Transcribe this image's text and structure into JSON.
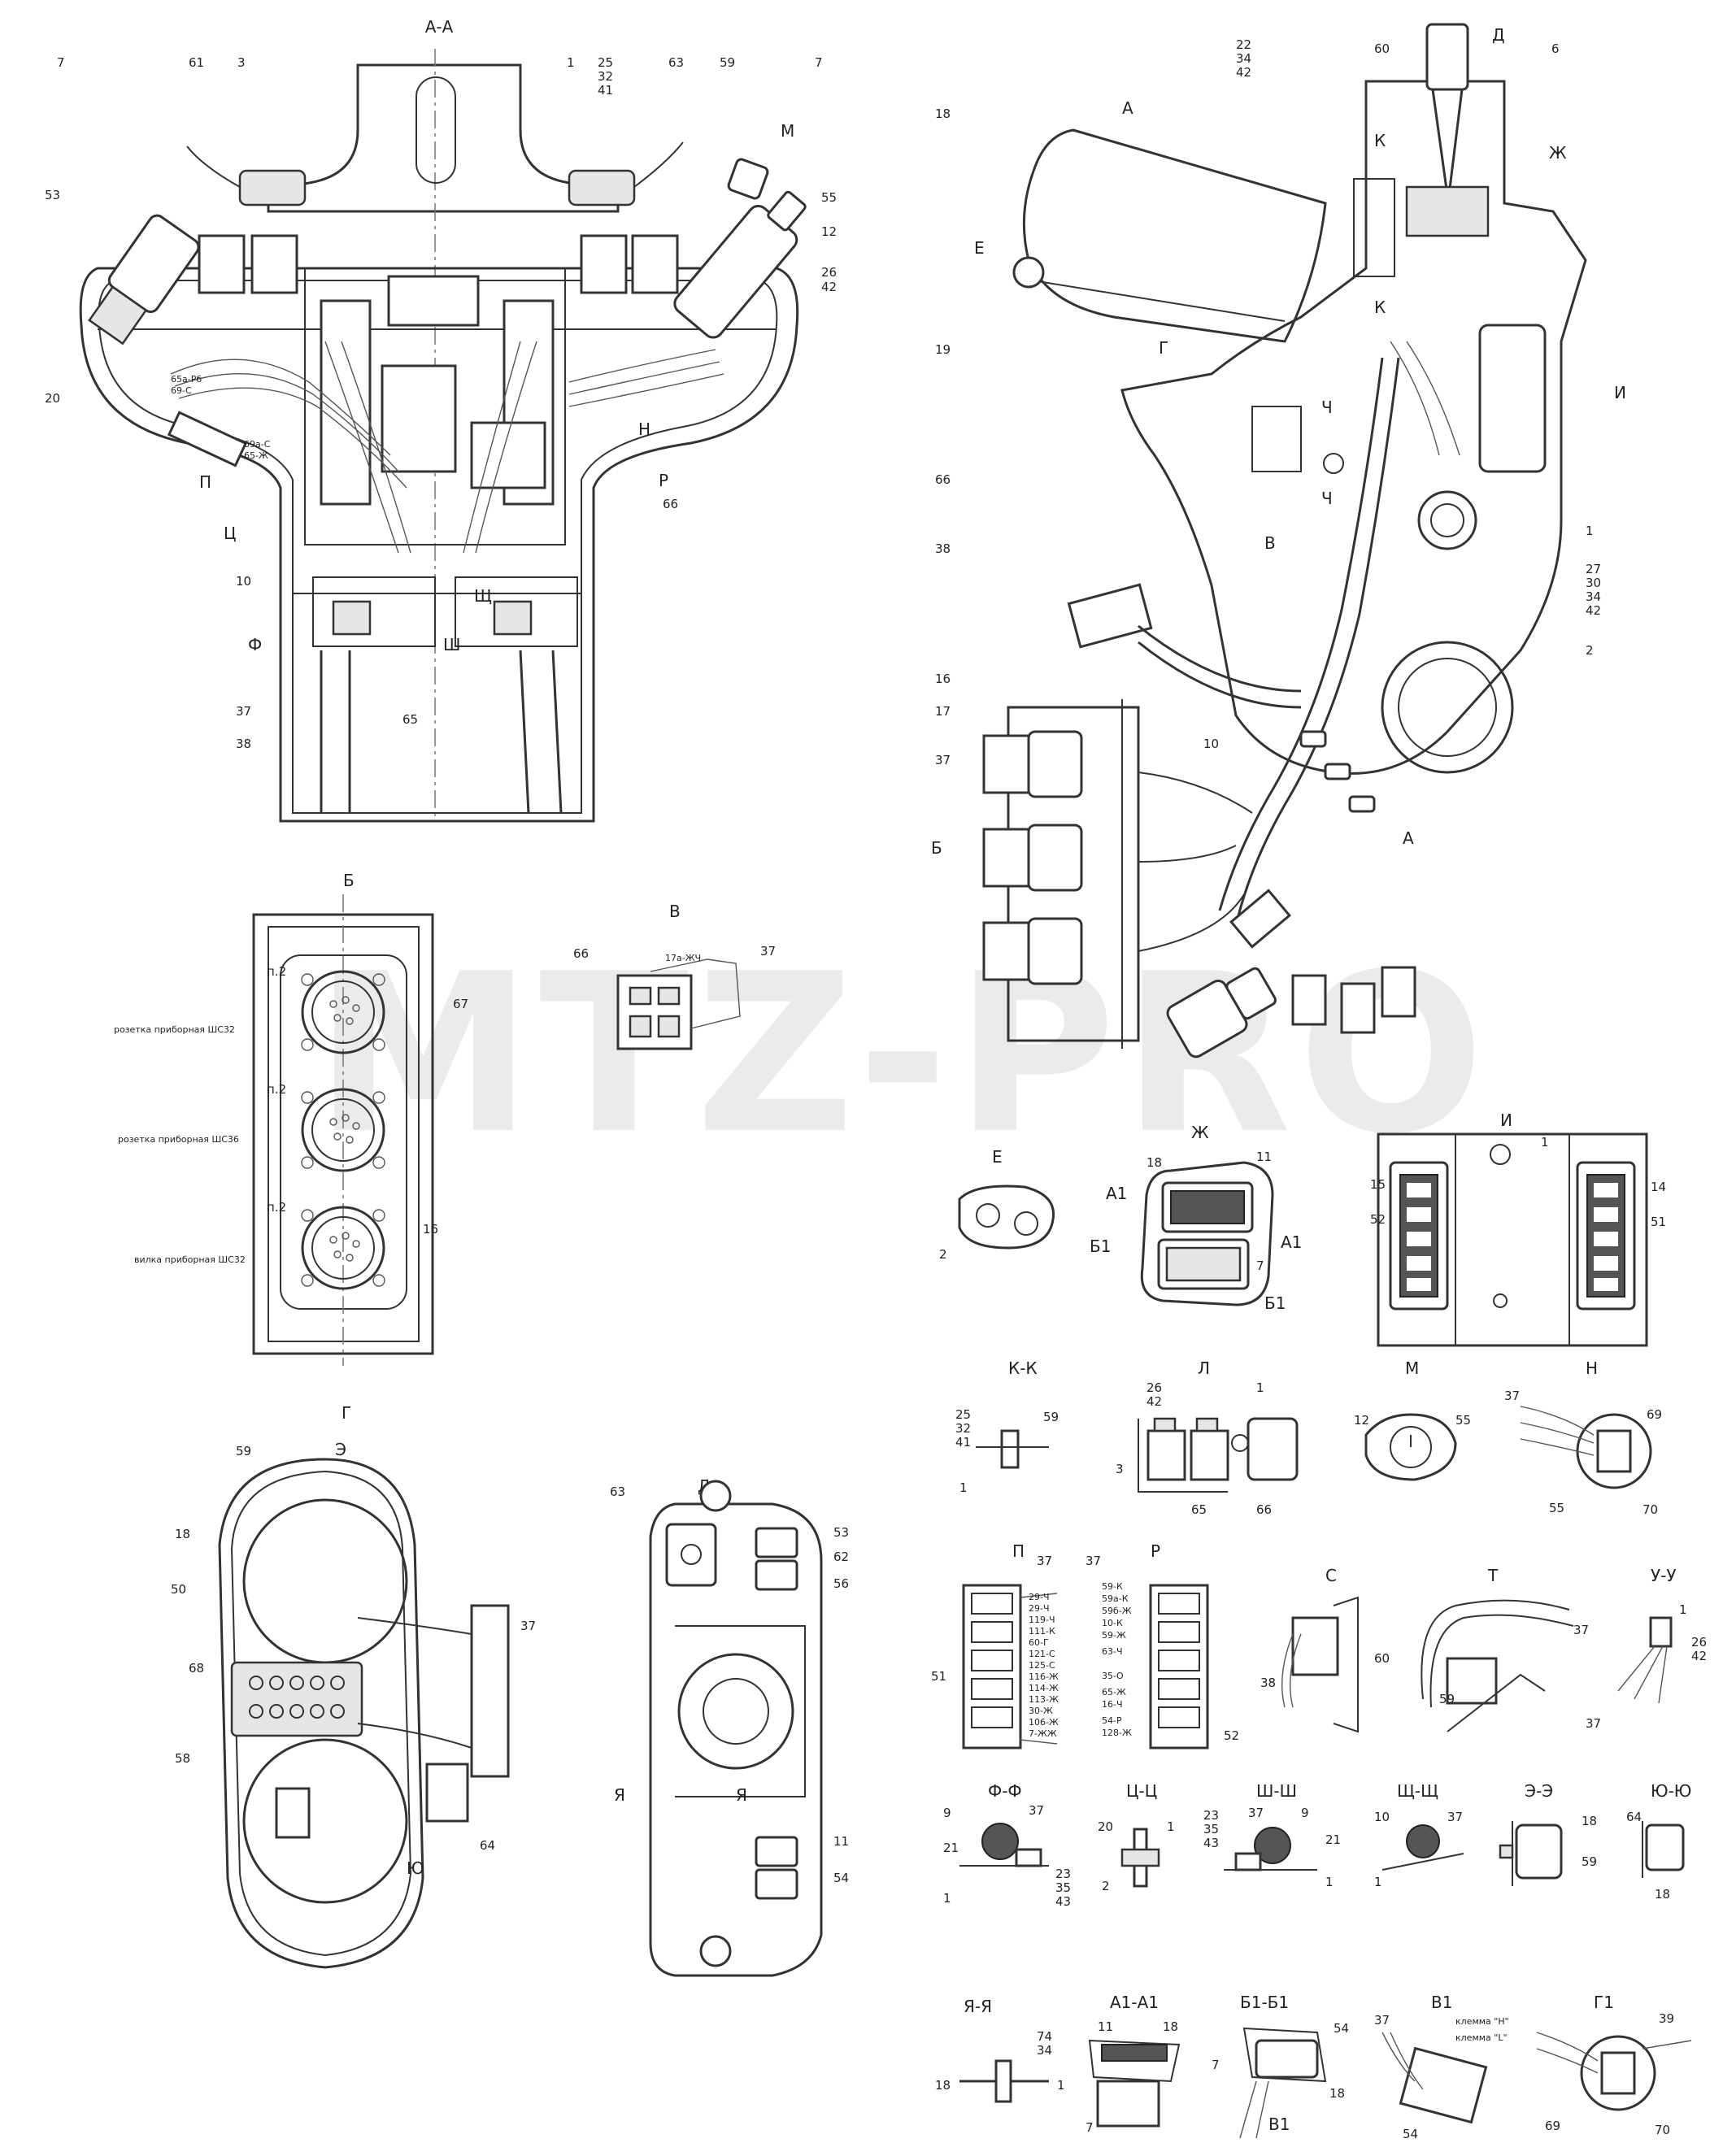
{
  "watermark": "MTZ-PRO",
  "views": {
    "aa": "А-А",
    "b": "Б",
    "v": "В",
    "g": "Г",
    "d": "Д",
    "e": "Е",
    "zh": "Ж",
    "i": "И",
    "kk": "К-К",
    "l": "Л",
    "m": "М",
    "n": "Н",
    "p": "П",
    "r": "Р",
    "s": "С",
    "t": "Т",
    "uu": "У-У",
    "ff": "Ф-Ф",
    "tsts": "Ц-Ц",
    "shsh": "Ш-Ш",
    "shchshch": "Щ-Щ",
    "ee": "Э-Э",
    "yuyu": "Ю-Ю",
    "yaya": "Я-Я",
    "a1a1": "А1-А1",
    "b1b1": "Б1-Б1",
    "v1": "В1",
    "g1": "Г1"
  },
  "section_marks": {
    "a": "А",
    "m": "М",
    "n": "Н",
    "p": "П",
    "r": "Р",
    "ts": "Ц",
    "f": "Ф",
    "sh": "Ш",
    "shch": "Щ",
    "d": "Д",
    "zh": "Ж",
    "k": "К",
    "e": "Е",
    "i": "И",
    "ch": "Ч",
    "g": "Г",
    "b": "Б",
    "v": "В",
    "l": "Л",
    "a1": "А1",
    "b1": "Б1",
    "v1": "В1",
    "ya": "Я",
    "yu": "Ю",
    "eh": "Э"
  },
  "aa_labels": {
    "n7": "7",
    "n61": "61",
    "n3": "3",
    "n1": "1",
    "n25": "25",
    "n32": "32",
    "n41": "41",
    "n63": "63",
    "n59": "59",
    "n7b": "7",
    "n53": "53",
    "n55": "55",
    "n12": "12",
    "n26": "26",
    "n42": "42",
    "n20": "20",
    "n66": "66",
    "n10": "10",
    "n37": "37",
    "n38": "38",
    "n65": "65"
  },
  "aa_wires": {
    "w1": "65а-Рб",
    "w2": "69-С",
    "w3": "69а-С",
    "w4": "65-Ж"
  },
  "side_labels": {
    "n18": "18",
    "n19": "19",
    "n22": "22",
    "n34": "34",
    "n42": "42",
    "n60": "60",
    "n6": "6",
    "n66": "66",
    "n38": "38",
    "n16": "16",
    "n17": "17",
    "n37": "37",
    "n10": "10",
    "n1": "1",
    "n27": "27",
    "n30": "30",
    "n34b": "34",
    "n42b": "42",
    "n2": "2"
  },
  "b_view": {
    "p2a": "п.2",
    "p2b": "п.2",
    "p2c": "п.2",
    "socket1": "розетка приборная ШС32",
    "socket2": "розетка приборная ШС36",
    "plug": "вилка приборная ШС32",
    "n67": "67",
    "n16": "16"
  },
  "v_view": {
    "n66": "66",
    "wire": "17а-ЖЧ",
    "n37": "37"
  },
  "e_view": {
    "n2": "2"
  },
  "zh_view": {
    "n18": "18",
    "n11": "11",
    "n7": "7"
  },
  "i_view": {
    "n1": "1",
    "n15": "15",
    "n52": "52",
    "n14": "14",
    "n51": "51"
  },
  "kk_view": {
    "n25": "25",
    "n32": "32",
    "n41": "41",
    "n59": "59",
    "n1": "1"
  },
  "l_view": {
    "n26": "26",
    "n42": "42",
    "n1": "1",
    "n3": "3",
    "n65": "65",
    "n66": "66"
  },
  "m_view": {
    "n12": "12",
    "n55": "55"
  },
  "n_view": {
    "n37": "37",
    "n69": "69",
    "n55": "55",
    "n70": "70"
  },
  "p_view": {
    "n37": "37",
    "n51": "51",
    "wires": [
      "29-Ч",
      "29-Ч",
      "119-Ч",
      "111-К",
      "60-Г",
      "121-С",
      "125-С",
      "116-Ж",
      "114-Ж",
      "113-Ж",
      "30-Ж",
      "106-Ж",
      "7-ЖЖ"
    ]
  },
  "r_view": {
    "n37": "37",
    "n52": "52",
    "wires": [
      "59-К",
      "59а-К",
      "59б-Ж",
      "10-К",
      "59-Ж",
      "63-Ч",
      "35-О",
      "65-Ж",
      "16-Ч",
      "54-Р",
      "128-Ж"
    ]
  },
  "s_view": {
    "n38": "38",
    "n60": "60"
  },
  "t_view": {
    "n37": "37",
    "n59": "59"
  },
  "uu_view": {
    "n1": "1",
    "n26": "26",
    "n42": "42",
    "n37": "37"
  },
  "ff_view": {
    "n9": "9",
    "n37": "37",
    "n21": "21",
    "n1": "1",
    "n23": "23",
    "n35": "35",
    "n43": "43"
  },
  "tsts_view": {
    "n20": "20",
    "n1": "1",
    "n2": "2"
  },
  "shsh_view": {
    "n23": "23",
    "n35": "35",
    "n43": "43",
    "n37": "37",
    "n9": "9",
    "n21": "21",
    "n1": "1"
  },
  "shchshch_view": {
    "n10": "10",
    "n37": "37",
    "n1": "1"
  },
  "ee_view": {
    "n18": "18",
    "n59": "59"
  },
  "yuyu_view": {
    "n64": "64",
    "n18": "18"
  },
  "g_view": {
    "n59": "59",
    "n18": "18",
    "n50": "50",
    "n68": "68",
    "n58": "58",
    "n37": "37",
    "n64": "64"
  },
  "d_view": {
    "n63": "63",
    "n53": "53",
    "n62": "62",
    "n56": "56",
    "n11": "11",
    "n54": "54"
  },
  "yaya_view": {
    "n74": "74",
    "n34": "34",
    "n18": "18",
    "n1": "1"
  },
  "a1a1_view": {
    "n11": "11",
    "n18": "18",
    "n7": "7"
  },
  "b1b1_view": {
    "n54": "54",
    "n7": "7",
    "n18": "18"
  },
  "v1_view": {
    "n37": "37",
    "klemma_h": "клемма \"Н\"",
    "klemma_l": "клемма \"L\"",
    "n54": "54"
  },
  "g1_view": {
    "n39": "39",
    "n69": "69",
    "n70": "70"
  }
}
